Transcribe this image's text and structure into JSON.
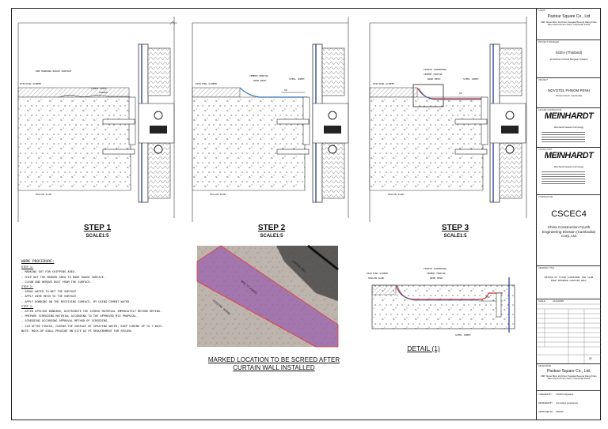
{
  "steps": [
    {
      "title": "STEP 1",
      "scale": "SCALE1:5",
      "labels": [
        "ONE MARKING ROUGH SURFACE",
        "FINES STEEL",
        "FINISH",
        "EXISTING SCREED",
        "HOLLOW SLAB"
      ]
    },
    {
      "title": "STEP 2",
      "scale": "SCALE1:5",
      "labels": [
        "EXISTING SCREED",
        "CEMENT MORTAR",
        "WIRE MESH",
        "STEEL SHEET",
        "HOLLOW SLAB",
        "50"
      ]
    },
    {
      "title": "STEP 3",
      "scale": "SCALE1:5",
      "labels": [
        "FINISH SCREEDING",
        "CEMENT MORTAR",
        "WIRE MESH",
        "STEEL SHEET",
        "EXISTING SCREED",
        "HOLLOW SLAB",
        "50"
      ]
    }
  ],
  "work_procedure": {
    "heading": "WORK PROCEDURE:",
    "sections": [
      {
        "title": "STEP 1:",
        "items": [
          "- MARKING OUT FOR CHIPPING AREA.",
          "- CHIP OUT THE MARKED AREA TO MAKE ROUGH SURFACE.",
          "- CLEAN AND REMOVE DUST FROM THE SURFACE."
        ]
      },
      {
        "title": "STEP 2:",
        "items": [
          "- SPRAY WATER TO WET THE SURFACE.",
          "- APPLY WIRE MESH TO THE SURFACE.",
          "- APPLY BONDING ON THE RECEIVING SURFACE, BY USING CEMENT WATER."
        ]
      },
      {
        "title": "STEP 3:",
        "items": [
          "- AFTER APPLIED BONDING, DISTRIBUTE THE SCREED MATERIAL IMMEDIATELY BEFORE DRYING.",
          "- PREPARE SCREEDING MATERIAL ACCORDING TO THE APPROVED MIX PROPOSAL.",
          "- SCREEDING ACCORDING APPROVAL METHOD OF SCREEDING.",
          "- 24H AFTER FINISH, CURING THE SURFACE BY SPRAYING WATER, KEEP CURING UP TO 7 DAYS."
        ]
      }
    ],
    "note": "NOTE: MOCK-UP SHALL PROVIDE ON SITE AS PS REQUIREMENT FOR REVIEW."
  },
  "photo": {
    "caption": "MARKED LOCATION TO BE SCREED AFTER CURTAIN WALL INSTALLED",
    "labels": [
      "CURTAIN WALL",
      "AREA TO SCREED",
      "EXISTING SCREED"
    ]
  },
  "detail": {
    "title": "DETAIL (1)",
    "labels": [
      "FINISH SCREEDING",
      "CEMENT MORTAR",
      "WIRE MESH",
      "EXISTING SCREED",
      "HOLLOW SLAB",
      "STEEL SHEET",
      "50"
    ]
  },
  "title_block": {
    "client_label": "CLIENT",
    "client": "Pasteur Square Co., Ltd",
    "client_addr": "#88, Street Blvd, 2nd Floor Sangkat Boeung Raing Khan Daun Penh Phnom Penh, Cambodia 12211",
    "pm_label": "PROJECT MANAGER",
    "pm": "SGEA (Thailand)",
    "pm_addr": "#3 Sukhumvit Road Bangkok Thailand",
    "project_label": "PROJECT",
    "project": "NOVOTEL PHNOM PENH",
    "project_sub": "Phnom Penh, Cambodia",
    "facade_label": "FACADE CONTRACTOR",
    "logo": "MEINHARDT",
    "logo_addr": "Meinhardt Facade Technology",
    "consultant_label": "CONSULTANT",
    "contractor_label": "CONTRACTOR",
    "contractor": "CSCEC4",
    "contractor_sub": "China Construction Fourth Engineering Division (Cambodia) Corp.,Ltd",
    "drawing_title_label": "DRAWING TITLE",
    "drawing_title": "METHOD OF FLOOR SCREEDING FOR SLAB EDGE BETWEEN CURTAIN WALL",
    "scale_label": "SCALE",
    "scale": "AS SHOWN",
    "developer_label": "DEVELOPER",
    "developer": "Pasteur Square Co., Ltd.",
    "developer_addr": "#88, Street Blvd, 2nd Floor Sangkat Boeung Raing Khan Daun Penh Phnom Penh, Cambodia 12211",
    "checked_label": "CHECKED BY",
    "checked": "CSCEC4 Signature",
    "reviewed_label": "REVIEWED BY",
    "reviewed": "(Consultant acceptance)",
    "approved_label": "APPROVED BY",
    "approved": "(PMCM)",
    "rev": "00"
  }
}
